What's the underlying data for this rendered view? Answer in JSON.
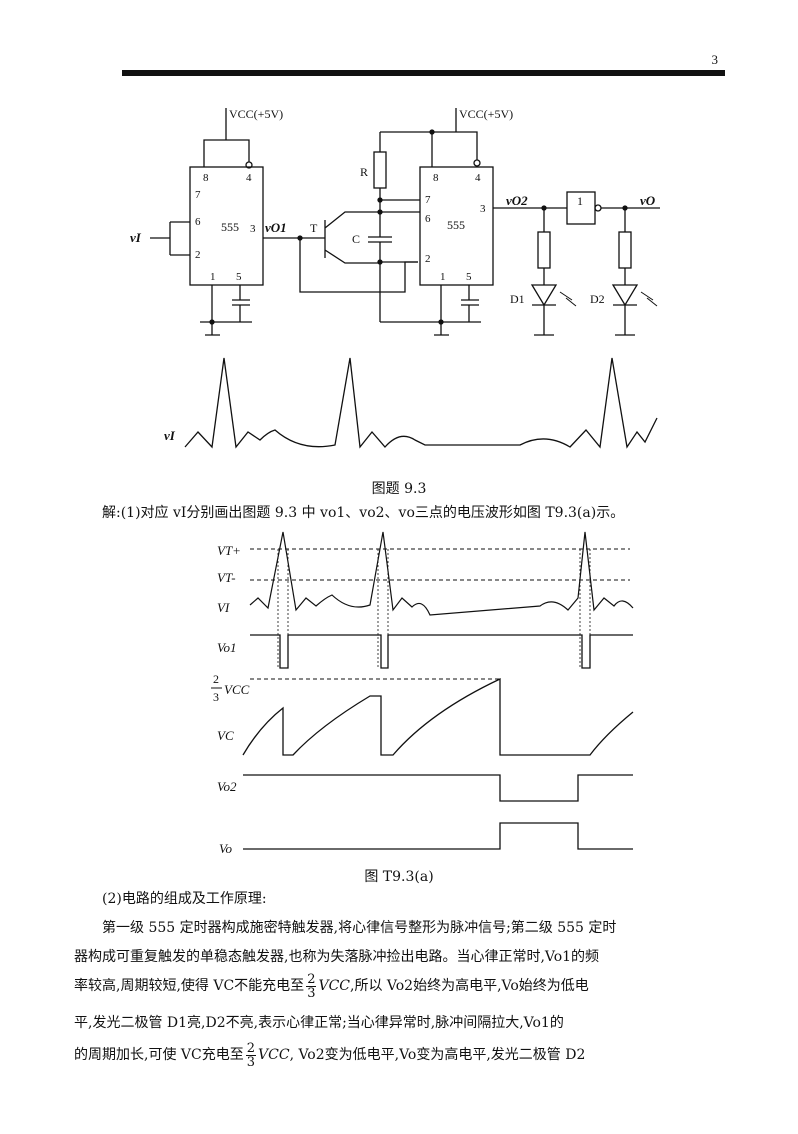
{
  "page_number": "3",
  "circuit": {
    "vcc_label_left": "VCC(+5V)",
    "vcc_label_right": "VCC(+5V)",
    "chip_label": "555",
    "pins": {
      "p8": "8",
      "p4": "4",
      "p7": "7",
      "p6": "6",
      "p3": "3",
      "p2": "2",
      "p1": "1",
      "p5": "5"
    },
    "input_label": "vI",
    "out1_label": "vO1",
    "out2_label": "vO2",
    "out_label": "vO",
    "transistor_label": "T",
    "resistor_label": "R",
    "capacitor_label": "C",
    "gate_label": "1",
    "led1_label": "D1",
    "led2_label": "D2",
    "vi_wave_label": "vI"
  },
  "fig1_caption": "图题 9.3",
  "solution_line": "解:(1)对应 vI分别画出图题 9.3 中 vo1、vo2、vo三点的电压波形如图 T9.3(a)示。",
  "timing": {
    "vtp_label": "VT+",
    "vtm_label": "VT-",
    "vi_label": "VI",
    "vo1_label": "Vo1",
    "vcc_frac_num": "2",
    "vcc_frac_den": "3",
    "vcc_label": "VCC",
    "vc_label": "VC",
    "vo2_label": "Vo2",
    "vo_label": "Vo"
  },
  "fig2_caption": "图 T9.3(a)",
  "section2_heading": "(2)电路的组成及工作原理:",
  "para": {
    "l1": "第一级 555 定时器构成施密特触发器,将心律信号整形为脉冲信号;第二级 555 定时",
    "l2": "器构成可重复触发的单稳态触发器,也称为失落脉冲捡出电路。当心律正常时,Vo1的频",
    "l3a": "率较高,周期较短,使得 VC不能充电至",
    "l3b": ",所以 Vo2始终为高电平,Vo始终为低电",
    "l4": "平,发光二极管 D1亮,D2不亮,表示心律正常;当心律异常时,脉冲间隔拉大,Vo1的",
    "l5a": "的周期加长,可使 VC充电至",
    "l5b": ", Vo2变为低电平,Vo变为高电平,发光二极管 D2",
    "frac_num": "2",
    "frac_den": "3",
    "frac_sym": "VCC"
  }
}
